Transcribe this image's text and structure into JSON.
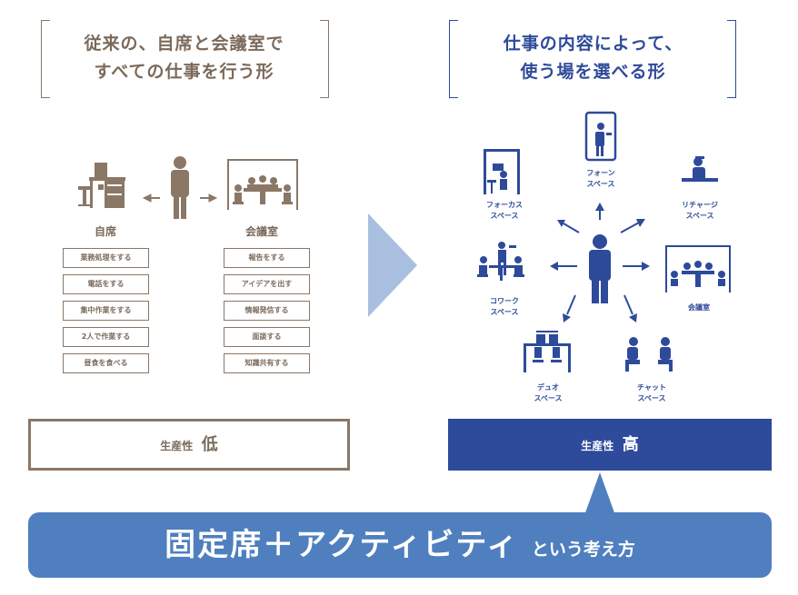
{
  "left": {
    "title_line1": "従来の、自席と会議室で",
    "title_line2": "すべての仕事を行う形",
    "desk_label": "自席",
    "meeting_label": "会議室",
    "desk_tasks": [
      "業務処理をする",
      "電話をする",
      "集中作業をする",
      "2人で作業する",
      "昼食を食べる"
    ],
    "meeting_tasks": [
      "報告をする",
      "アイデアを出す",
      "情報発信する",
      "面談する",
      "知識共有する"
    ],
    "productivity_label": "生産性",
    "productivity_value": "低"
  },
  "right": {
    "title_line1": "仕事の内容によって、",
    "title_line2": "使う場を選べる形",
    "spaces": {
      "focus": [
        "フォーカス",
        "スペース"
      ],
      "phone": [
        "フォーン",
        "スペース"
      ],
      "recharge": [
        "リチャージ",
        "スペース"
      ],
      "cowork": [
        "コワーク",
        "スペース"
      ],
      "meeting": [
        "会議室"
      ],
      "duo": [
        "デュオ",
        "スペース"
      ],
      "chat": [
        "チャット",
        "スペース"
      ]
    },
    "productivity_label": "生産性",
    "productivity_value": "高"
  },
  "banner": {
    "main": "固定席＋アクティビティ",
    "sub": "という考え方"
  },
  "colors": {
    "brown": "#8a7766",
    "navy": "#2e4a9a",
    "light_blue": "#a8bfe0",
    "banner_blue": "#4f7fbf"
  }
}
